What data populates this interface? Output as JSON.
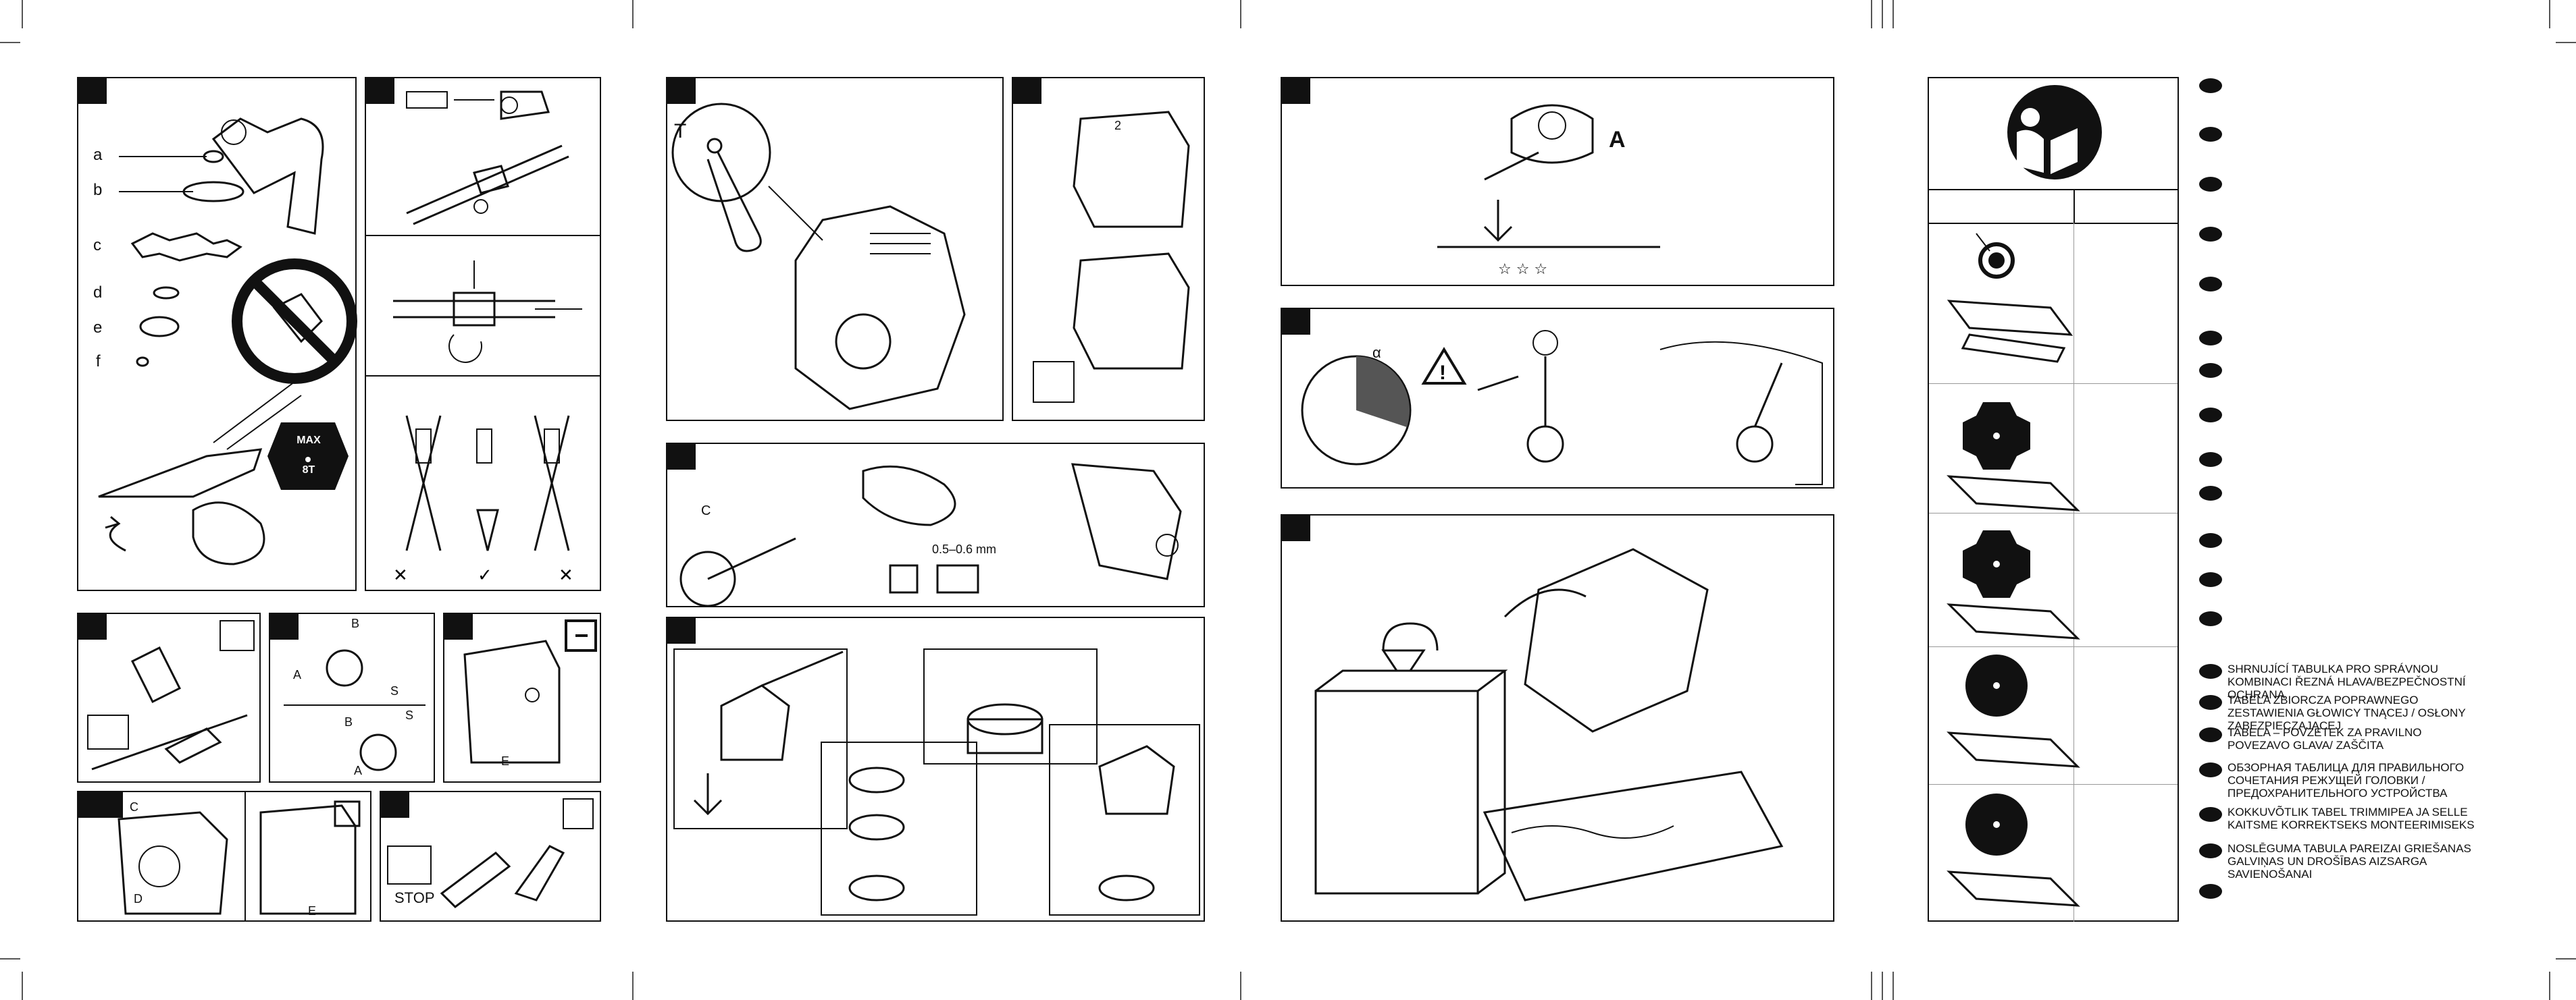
{
  "labels": {
    "a": "a",
    "b": "b",
    "c": "c",
    "d": "d",
    "e": "e",
    "f": "f",
    "max_top": "MAX",
    "max_bottom": "8T",
    "t": "T",
    "two": "2",
    "c_label": "C",
    "gap": "0.5–0.6 mm",
    "b1": "B",
    "a1": "A",
    "s1": "S",
    "b2": "B",
    "s2": "S",
    "a2": "A",
    "e1": "E",
    "c2": "C",
    "d2": "D",
    "e2": "E",
    "stop": "STOP",
    "A_big": "A",
    "alpha": "α"
  },
  "legend": [
    {
      "text": "SHRNUJÍCÍ TABULKA PRO SPRÁVNOU KOMBINACI ŘEZNÁ HLAVA/BEZPEČNOSTNÍ OCHRANA"
    },
    {
      "text": "TABELA ZBIORCZA POPRAWNEGO ZESTAWIENIA GŁOWICY TNĄCEJ / OSŁONY ZABEZPIECZAJĄCEJ"
    },
    {
      "text": "TABELA – POVZETEK ZA PRAVILNO POVEZAVO GLAVA/ ZAŠČITA"
    },
    {
      "text": "ОБЗОРНАЯ ТАБЛИЦА ДЛЯ ПРАВИЛЬНОГО СОЧЕТАНИЯ РЕЖУЩЕЙ ГОЛОВКИ / ПРЕДОХРАНИТЕЛЬНОГО УСТРОЙСТВА"
    },
    {
      "text": "KOKKUVÕTLIK TABEL TRIMMIPEA JA SELLE KAITSME KORREKTSEKS MONTEERIMISEKS"
    },
    {
      "text": "NOSLĒGUMA TABULA PAREIZAI GRIEŠANAS GALVIŅAS UN DROŠĪBAS AIZSARGA SAVIENOŠANAI"
    }
  ]
}
